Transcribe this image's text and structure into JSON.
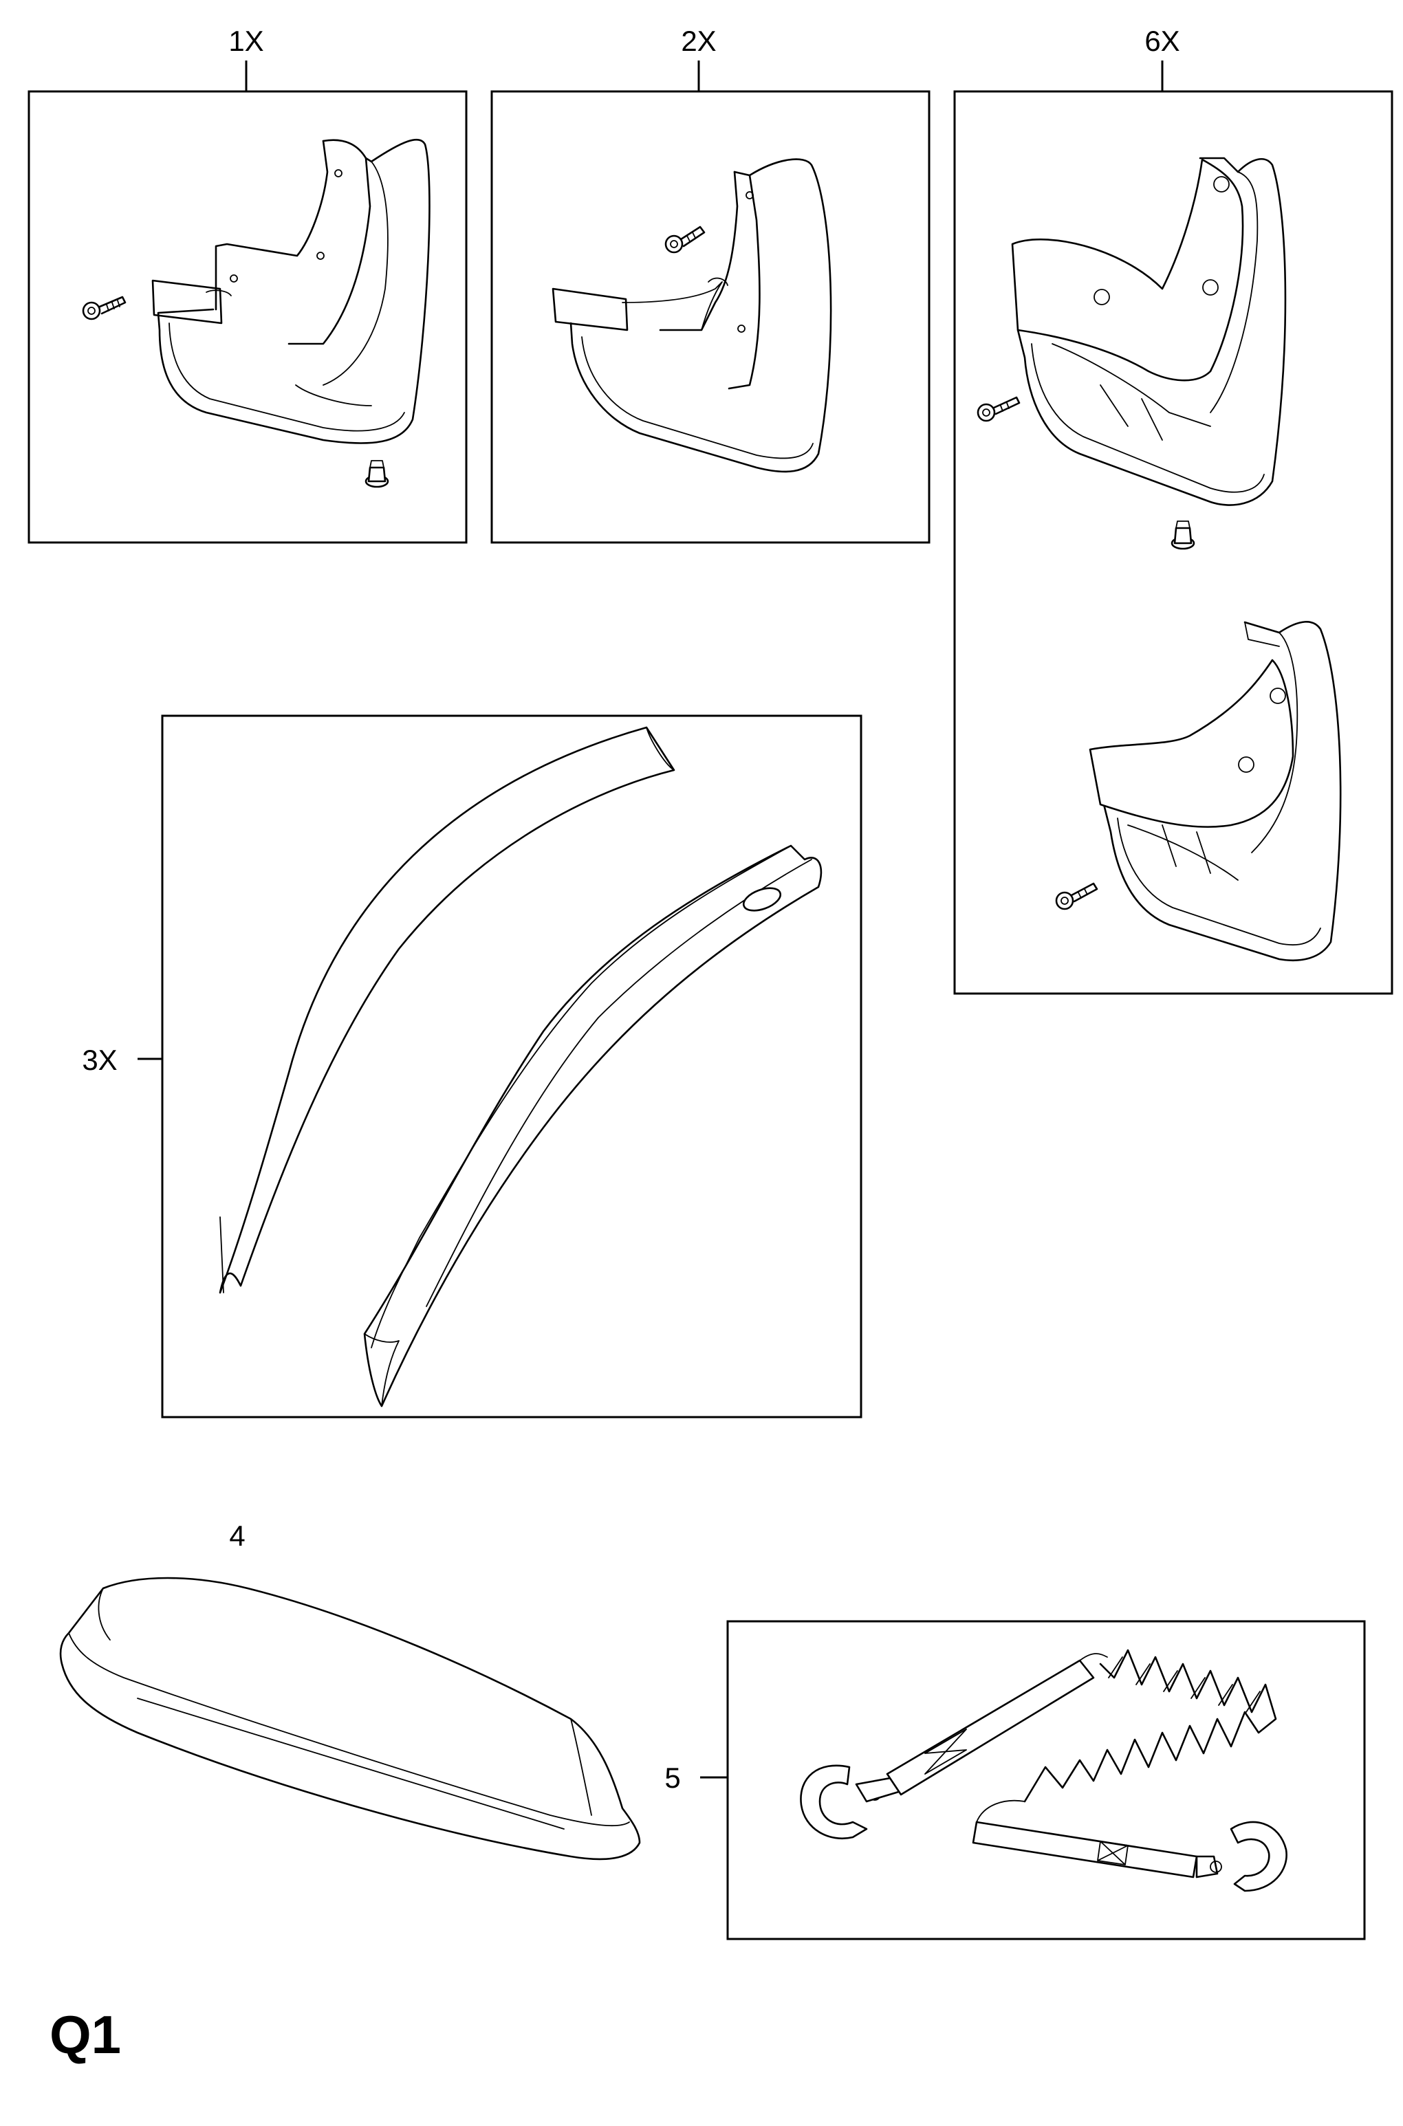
{
  "page_code": "Q1",
  "callouts": {
    "mudflap_front": "1X",
    "mudflap_rear": "2X",
    "mudflap_set": "6X",
    "wind_deflectors": "3X",
    "sunroof_deflector": "4",
    "tow_rope": "5"
  },
  "icons": [
    "screw-icon",
    "clip-nut-icon",
    "mudflap-icon",
    "wind-deflector-icon",
    "sunroof-deflector-icon",
    "tow-rope-icon"
  ]
}
